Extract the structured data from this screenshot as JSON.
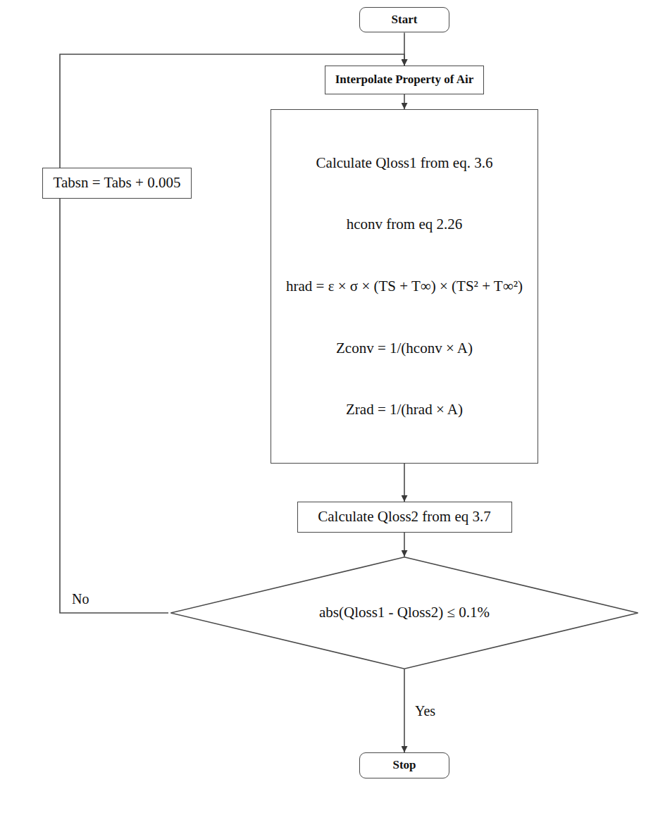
{
  "diagram": {
    "nodes": [
      {
        "text": [
          "Start"
        ]
      },
      {
        "text": [
          "Interpolate Property of Air"
        ]
      },
      {
        "text": [
          "Calculate Qloss1 from eq. 3.6",
          "hconv from eq 2.26",
          "hrad = ε × σ × (TS + T∞) × (TS² + T∞²)",
          "Zconv = 1/(hconv × A)",
          "Zrad = 1/(hrad × A)"
        ]
      },
      {
        "text": [
          "Calculate Qloss2 from eq 3.7"
        ]
      },
      {
        "text": [
          "abs(Qloss1 - Qloss2) ≤ 0.1%"
        ]
      },
      {
        "text": [
          "Stop"
        ]
      },
      {
        "text": [
          "Tabsn = Tabs + 0.005"
        ]
      }
    ],
    "edges": [
      {
        "from": 0,
        "to": 1,
        "arrow": "to"
      },
      {
        "from": 1,
        "to": 2,
        "arrow": "to"
      },
      {
        "from": 2,
        "to": 3,
        "arrow": "to"
      },
      {
        "from": 3,
        "to": 4,
        "arrow": "to"
      },
      {
        "from": 4,
        "to": 5,
        "label": "Yes",
        "arrow": "to"
      },
      {
        "from": 4,
        "to": 6,
        "label": "No",
        "arrow": "none"
      },
      {
        "from": 6,
        "to": 1,
        "arrow": "to"
      }
    ]
  }
}
